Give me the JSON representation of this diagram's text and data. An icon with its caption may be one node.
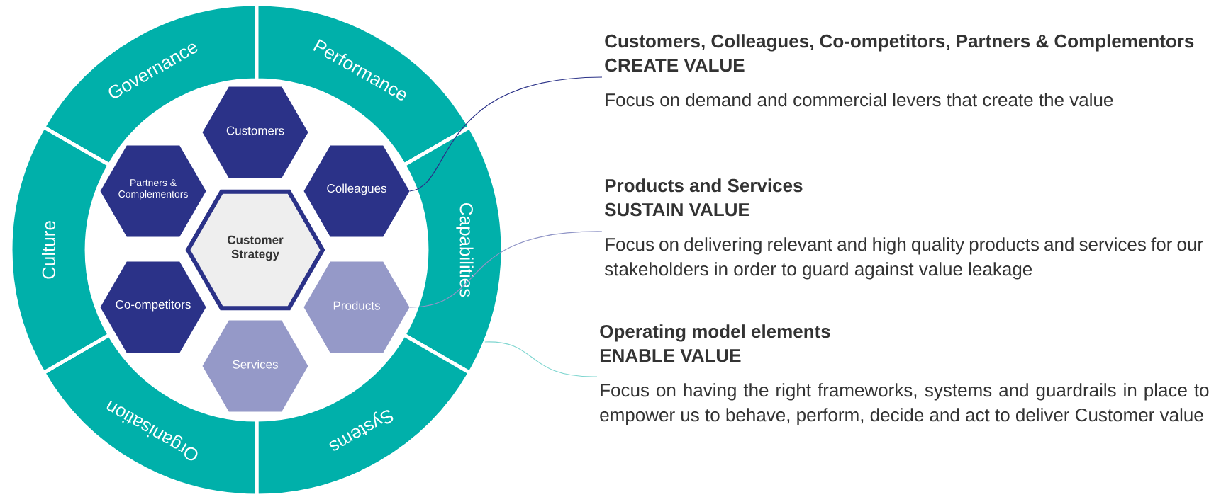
{
  "diagram": {
    "nodes": [
      {
        "text": [
          "Governance"
        ]
      },
      {
        "text": [
          "Performance"
        ]
      },
      {
        "text": [
          "Capabilities"
        ]
      },
      {
        "text": [
          "Systems"
        ]
      },
      {
        "text": [
          "Organisation"
        ]
      },
      {
        "text": [
          "Culture"
        ]
      },
      {
        "text": [
          "Customers"
        ]
      },
      {
        "text": [
          "Partners & Complementors"
        ]
      },
      {
        "text": [
          "Colleagues"
        ]
      },
      {
        "text": [
          "Customer Strategy"
        ]
      },
      {
        "text": [
          "Co-ompetitors"
        ]
      },
      {
        "text": [
          "Products"
        ]
      },
      {
        "text": [
          "Services"
        ]
      },
      {
        "text": [
          "Customers, Colleagues, Co-ompetitors, Partners & Complementors",
          "CREATE VALUE",
          "Focus on demand and commercial levers that create the value"
        ]
      },
      {
        "text": [
          "Products and Services",
          "SUSTAIN VALUE",
          "Focus on delivering relevant and high quality products and services for our stakeholders in order to guard against value leakage"
        ]
      },
      {
        "text": [
          "Operating model elements",
          "ENABLE VALUE",
          "Focus on having the right frameworks, systems and guardrails in place to empower us to behave, perform, decide and act to deliver Customer value"
        ]
      }
    ],
    "edges": [
      {
        "from": 8,
        "to": 13,
        "arrow": "none",
        "color": "#2b3288"
      },
      {
        "from": 11,
        "to": 14,
        "arrow": "none",
        "color": "#8f94c6"
      },
      {
        "from": 2,
        "to": 15,
        "arrow": "none",
        "color": "#7fd6d0"
      }
    ]
  }
}
